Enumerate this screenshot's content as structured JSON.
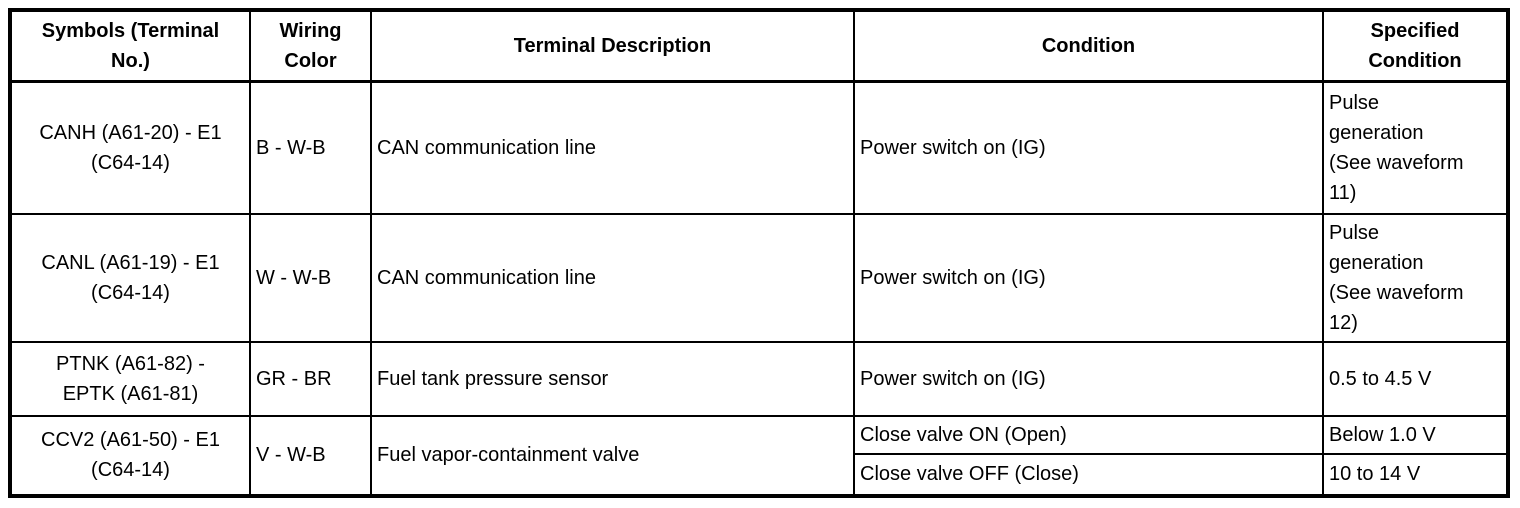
{
  "table": {
    "headers": [
      "Symbols (Terminal\nNo.)",
      "Wiring\nColor",
      "Terminal Description",
      "Condition",
      "Specified\nCondition"
    ],
    "rows": [
      {
        "symbol": "CANH (A61-20) - E1\n(C64-14)",
        "wiring_color": "B - W-B",
        "description": "CAN communication line",
        "conditions": [
          {
            "condition": "Power switch on (IG)",
            "specified": "Pulse\ngeneration\n(See waveform\n11)"
          }
        ]
      },
      {
        "symbol": "CANL (A61-19) - E1\n(C64-14)",
        "wiring_color": "W - W-B",
        "description": "CAN communication line",
        "conditions": [
          {
            "condition": "Power switch on (IG)",
            "specified": "Pulse\ngeneration\n(See waveform\n12)"
          }
        ]
      },
      {
        "symbol": "PTNK (A61-82) -\nEPTK (A61-81)",
        "wiring_color": "GR - BR",
        "description": "Fuel tank pressure sensor",
        "conditions": [
          {
            "condition": "Power switch on (IG)",
            "specified": "0.5 to 4.5 V"
          }
        ]
      },
      {
        "symbol": "CCV2 (A61-50) - E1\n(C64-14)",
        "wiring_color": "V - W-B",
        "description": "Fuel vapor-containment valve",
        "conditions": [
          {
            "condition": "Close valve ON (Open)",
            "specified": "Below 1.0 V"
          },
          {
            "condition": "Close valve OFF (Close)",
            "specified": "10 to 14 V"
          }
        ]
      }
    ]
  }
}
